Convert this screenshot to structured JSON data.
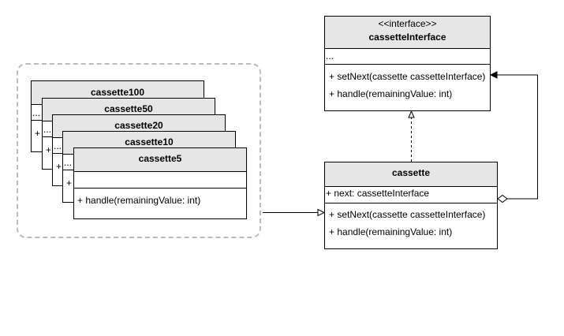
{
  "stack": {
    "c100": {
      "name": "cassette100",
      "attr": "...",
      "op": "+ h"
    },
    "c50": {
      "name": "cassette50",
      "attr": "...",
      "op": "+ h"
    },
    "c20": {
      "name": "cassette20",
      "attr": "...",
      "op": "+ h"
    },
    "c10": {
      "name": "cassette10",
      "attr": "...",
      "op": "+ h"
    },
    "c5": {
      "name": "cassette5",
      "attr": "",
      "op": "+ handle(remainingValue: int)"
    }
  },
  "interface": {
    "stereotype": "<<interface>>",
    "name": "cassetteInterface",
    "attr": "...",
    "ops": [
      "+ setNext(cassette cassetteInterface)",
      "+ handle(remainingValue: int)"
    ]
  },
  "cassette": {
    "name": "cassette",
    "attr": "+ next: cassetteInterface",
    "ops": [
      "+ setNext(cassette cassetteInterface)",
      "+ handle(remainingValue: int)"
    ]
  },
  "colors": {
    "header_fill": "#e6e6e6",
    "group_border": "#bbbbbb"
  }
}
